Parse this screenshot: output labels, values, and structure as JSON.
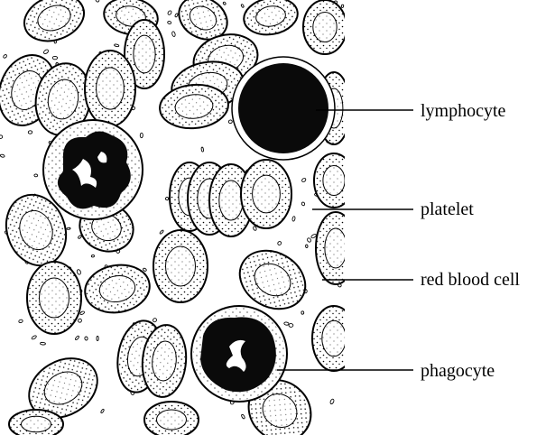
{
  "labels": {
    "lymphocyte": "lymphocyte",
    "platelet": "platelet",
    "red_blood_cell": "red blood cell",
    "phagocyte": "phagocyte"
  },
  "colors": {
    "ink": "#000000",
    "cell_fill": "#ffffff",
    "nucleus": "#0a0a0a"
  }
}
